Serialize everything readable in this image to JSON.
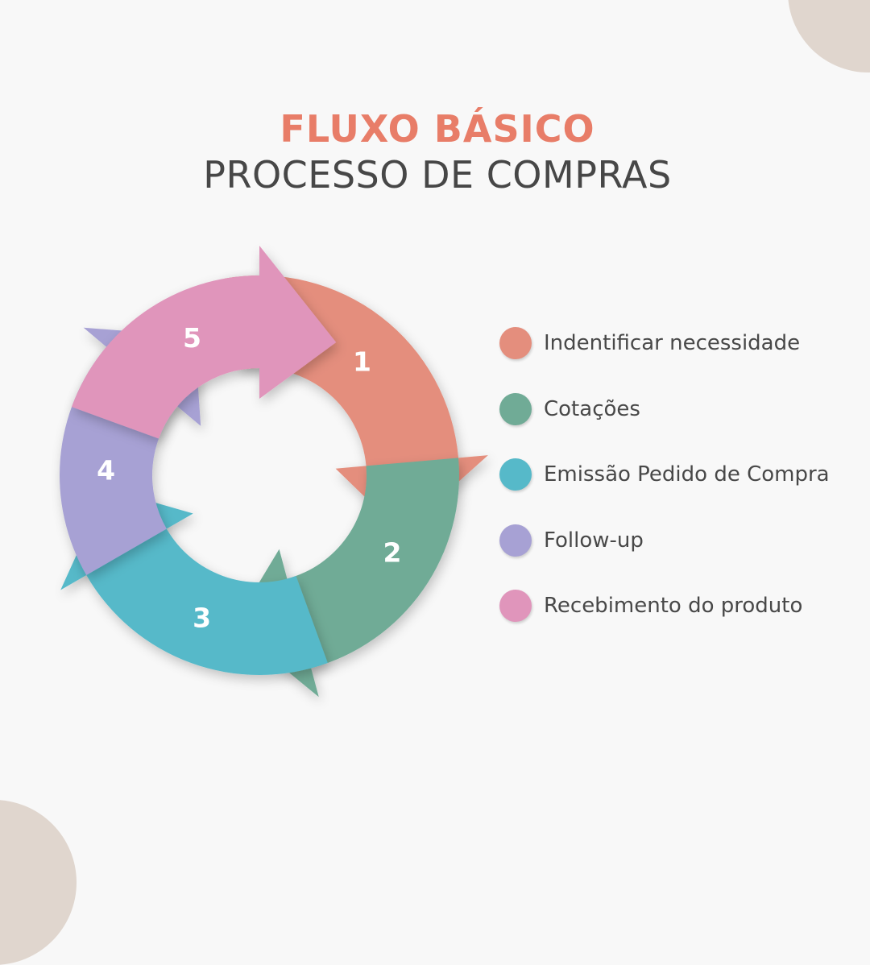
{
  "header": {
    "title": "FLUXO BÁSICO",
    "subtitle": "PROCESSO DE COMPRAS"
  },
  "colors": {
    "background": "#f8f8f8",
    "accent": "#e87d68",
    "text": "#484848",
    "decor": "#e0d6ce"
  },
  "cycle": {
    "steps": [
      {
        "number": "1",
        "label": "Indentificar necessidade",
        "color": "#e48e7d"
      },
      {
        "number": "2",
        "label": "Cotações",
        "color": "#70ab96"
      },
      {
        "number": "3",
        "label": "Emissão Pedido de Compra",
        "color": "#56b9c9"
      },
      {
        "number": "4",
        "label": "Follow-up",
        "color": "#a7a1d4"
      },
      {
        "number": "5",
        "label": "Recebimento do produto",
        "color": "#e095bb"
      }
    ]
  }
}
